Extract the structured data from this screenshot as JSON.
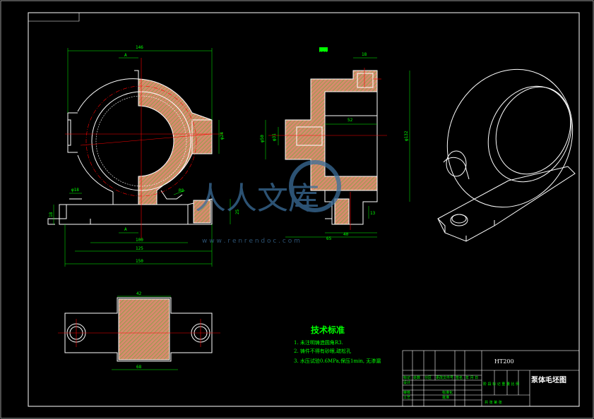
{
  "dimensions": {
    "top_width": "146",
    "section_label_top": "A",
    "section_label_bottom": "A",
    "side_hole": "φ24",
    "r8": "R8",
    "phi18": "φ18",
    "h18": "18",
    "h25": "25",
    "w100": "100",
    "w125": "125",
    "w150": "150",
    "section_title": "A-A",
    "s18": "18",
    "s52": "52",
    "s_phi50": "φ50",
    "s_phi31": "φ31",
    "s_phi132": "φ132",
    "s13": "13",
    "s40": "40",
    "s65": "65",
    "b42": "42",
    "b68": "68"
  },
  "notes": {
    "heading": "技术标准",
    "items": [
      "1. 未注明铸造圆角R3.",
      "2. 铸件不得有砂眼,疏松孔",
      "3. 水压试验0.6MPa,保压1min, 无渗漏"
    ]
  },
  "title_block": {
    "material": "HT200",
    "drawing_name": "泵体毛坯图",
    "scale_row": "阶 段 标 记   重 量   比 例",
    "sheet": "共  张   第  张",
    "row_labels": [
      "标记",
      "处数",
      "分区",
      "更改文件号",
      "签名",
      "年 月 日"
    ],
    "left_labels": [
      "设计",
      "审核",
      "工艺",
      "标准化",
      "批准"
    ]
  },
  "watermark": {
    "text": "人人文库",
    "url": "w w w . r e n r e n d o c . c o m"
  },
  "colors": {
    "outline": "#ffffff",
    "dimension": "#00ff00",
    "centerline": "#ff0000",
    "hatch_fill": "#d8896e",
    "hatch_line": "#00cc00",
    "watermark": "#3b6e9a"
  }
}
